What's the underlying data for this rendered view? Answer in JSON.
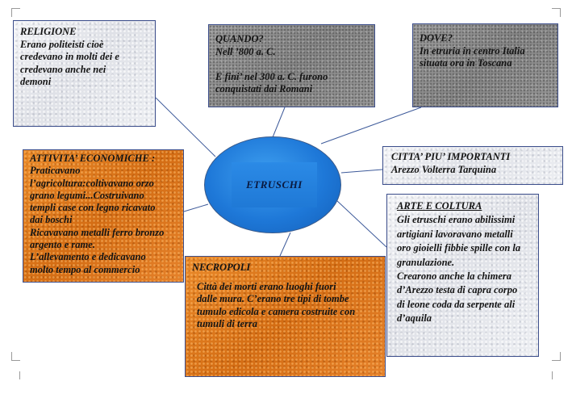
{
  "center": {
    "label": "ETRUSCHI"
  },
  "nodes": {
    "religione": {
      "title": "RELIGIONE",
      "text": "Erano politeisti cioè\ncredevano in molti dei e\ncredevano anche nei\ndemoni"
    },
    "quando": {
      "title": "QUANDO?",
      "text": "Nell ’800 a. C.\n\n E fini’ nel 300 a. C. furono\n conquistati dai Romani"
    },
    "dove": {
      "title": "DOVE?",
      "text": "In etruria in centro Italia\nsituata ora in Toscana"
    },
    "citta": {
      "title": "CITTA’ PIU’ IMPORTANTI",
      "text": "Arezzo Volterra  Tarquina"
    },
    "attivita": {
      "title": "ATTIVITA’ ECONOMICHE :",
      "text": "Praticavano\nl’agricoltura:coltivavano orzo\ngrano legumi...Costruivano\ntempli case con legno ricavato\ndai boschi\nRicavavano metalli ferro bronzo\nargento e rame.\nL’allevamento e dedicavano\nmolto tempo al commercio"
    },
    "necropoli": {
      "title": "NECROPOLI",
      "text": "Città dei morti erano luoghi fuori\ndalle mura. C’erano tre tipi di tombe\ntumulo edicola e camera costruite con\ntumuli di terra"
    },
    "arte": {
      "title": "ARTE E COLTURA",
      "text": "Gli etruschi erano abilissimi\nartigiani lavoravano metalli\noro gioielli fibbie spille con la\n granulazione.\nCrearono anche la chimera\nd’Arezzo testa di capra corpo\ndi leone coda da serpente ali\nd’aquila"
    }
  }
}
